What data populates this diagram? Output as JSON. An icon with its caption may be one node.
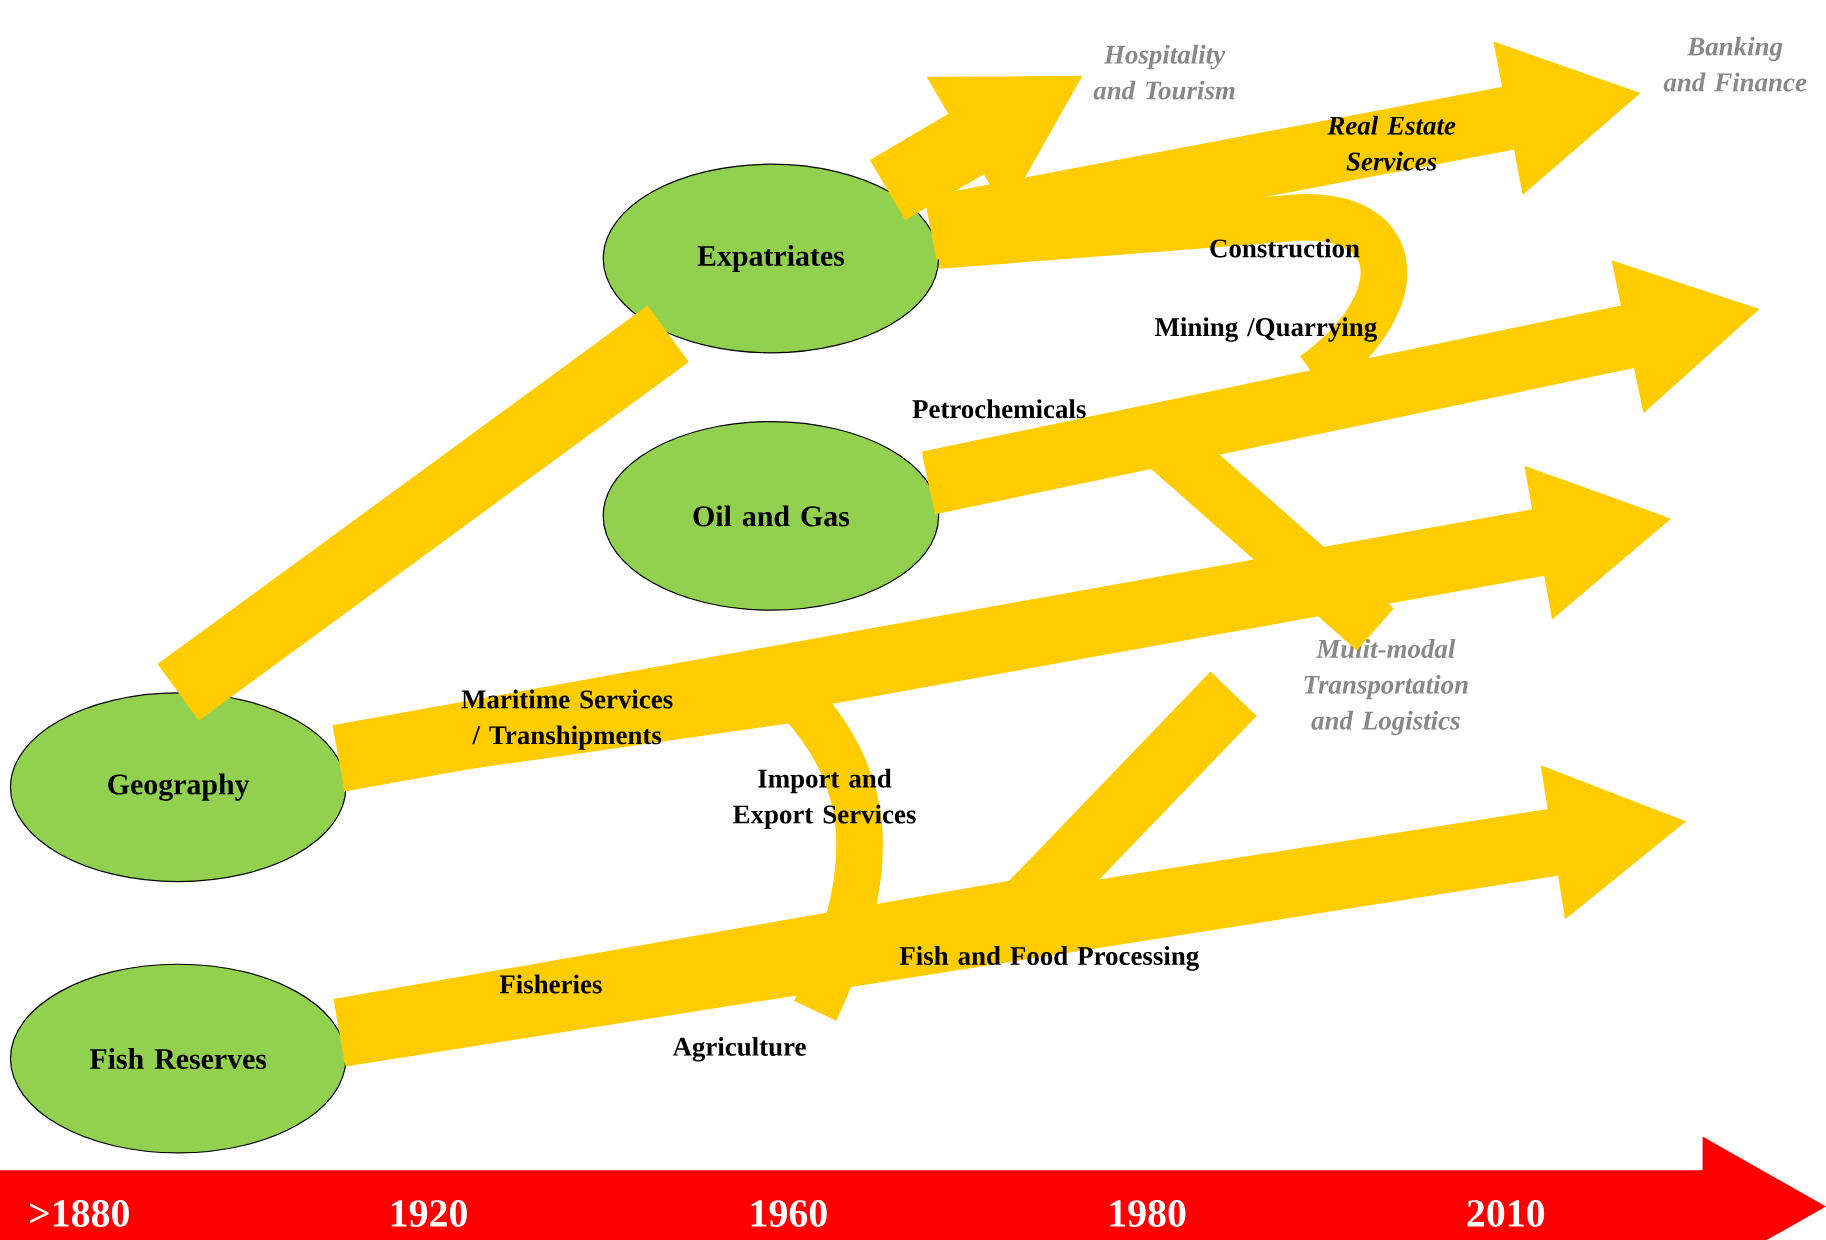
{
  "diagram": {
    "nodes": [
      {
        "text": [
          "Expatriates"
        ]
      },
      {
        "text": [
          "Oil and Gas"
        ]
      },
      {
        "text": [
          "Geography"
        ]
      },
      {
        "text": [
          "Fish Reserves"
        ]
      },
      {
        "text": [
          "Hospitality and Tourism"
        ]
      },
      {
        "text": [
          "Banking and Finance"
        ]
      },
      {
        "text": [
          "Mulit-modal Transportation and Logistics"
        ]
      }
    ],
    "edges": [
      {
        "from": 2,
        "to": 0,
        "arrow": "none"
      },
      {
        "from": 0,
        "to": 4,
        "arrow": "to"
      },
      {
        "from": 0,
        "to": 5,
        "arrow": "to"
      },
      {
        "from": 0,
        "to": null,
        "arrow": "none"
      },
      {
        "from": 1,
        "to": null,
        "arrow": "to"
      },
      {
        "from": 1,
        "to": 6,
        "arrow": "none"
      },
      {
        "from": 2,
        "to": null,
        "arrow": "to"
      },
      {
        "from": 2,
        "to": null,
        "arrow": "none"
      },
      {
        "from": 3,
        "to": null,
        "arrow": "to"
      },
      {
        "from": 3,
        "to": 6,
        "arrow": "none"
      }
    ],
    "labels": [
      "Real Estate Services",
      "Construction",
      "Mining /Quarrying",
      "Petrochemicals",
      "Maritime Services / Transhipments",
      "Import and Export Services",
      "Fish and Food Processing",
      "Fisheries",
      "Agriculture",
      ">1880",
      "1920",
      "1960",
      "1980",
      "2010"
    ]
  }
}
